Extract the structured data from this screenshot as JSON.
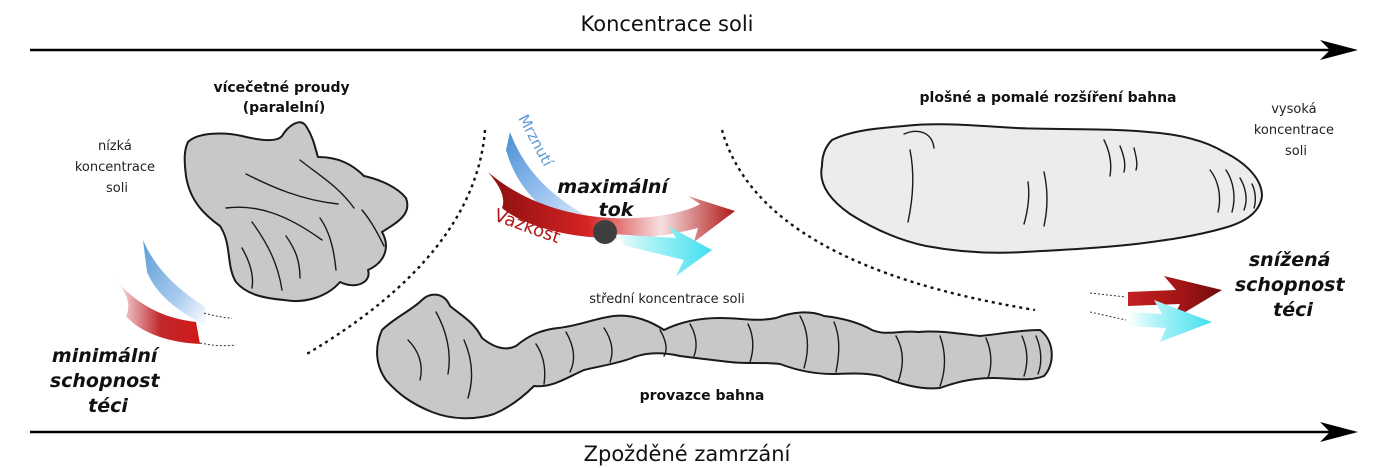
{
  "axes": {
    "top_label": "Koncentrace soli",
    "bottom_label": "Zpožděné zamrzání"
  },
  "labels": {
    "multiple_streams_line1": "vícečetné proudy",
    "multiple_streams_line2": "(paralelní)",
    "low_conc_line1": "nízká",
    "low_conc_line2": "koncentrace",
    "low_conc_line3": "soli",
    "min_flow_line1": "minimální",
    "min_flow_line2": "schopnost",
    "min_flow_line3": "téci",
    "freezing": "Mrznutí",
    "viscosity": "Vazkost",
    "max_flow_line1": "maximální",
    "max_flow_line2": "tok",
    "medium_conc": "střední koncentrace soli",
    "mud_strings": "provazce bahna",
    "flat_spread": "plošné a pomalé rozšíření bahna",
    "high_conc_line1": "vysoká",
    "high_conc_line2": "koncentrace",
    "high_conc_line3": "soli",
    "reduced_flow_line1": "snížená",
    "reduced_flow_line2": "schopnost",
    "reduced_flow_line3": "téci"
  },
  "colors": {
    "freezing_arrow": "#5b9bd5",
    "viscosity_arrow": "#b01818",
    "flow_arrow_cyan": "#3fe0ee",
    "mud_dark": "#c8c8c8",
    "mud_light": "#ececec"
  }
}
